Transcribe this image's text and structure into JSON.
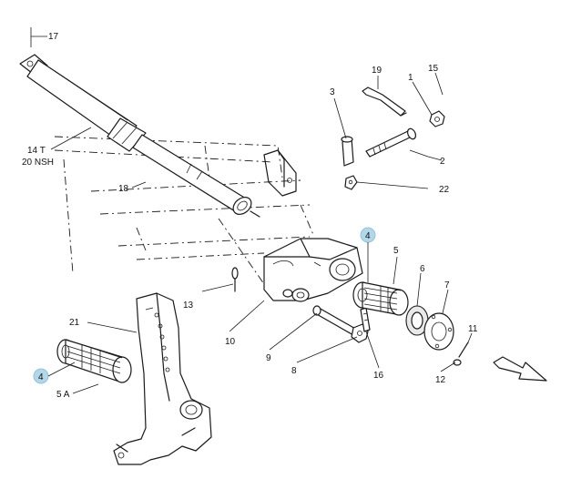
{
  "callouts": {
    "c17": "17",
    "c14t": "14 T",
    "c20nsh": "20 NSH",
    "c18": "18",
    "c19": "19",
    "c1": "1",
    "c15": "15",
    "c3": "3",
    "c2": "2",
    "c22": "22",
    "c4a": "4",
    "c5": "5",
    "c6": "6",
    "c7": "7",
    "c13": "13",
    "c10": "10",
    "c11": "11",
    "c9": "9",
    "c8": "8",
    "c16": "16",
    "c12": "12",
    "c21": "21",
    "c4b": "4",
    "c5a": "5 A"
  },
  "colors": {
    "highlight": "#a9d3e6",
    "line": "#1a1a1a"
  },
  "icons": {
    "direction": "arrow-right-down-icon"
  }
}
